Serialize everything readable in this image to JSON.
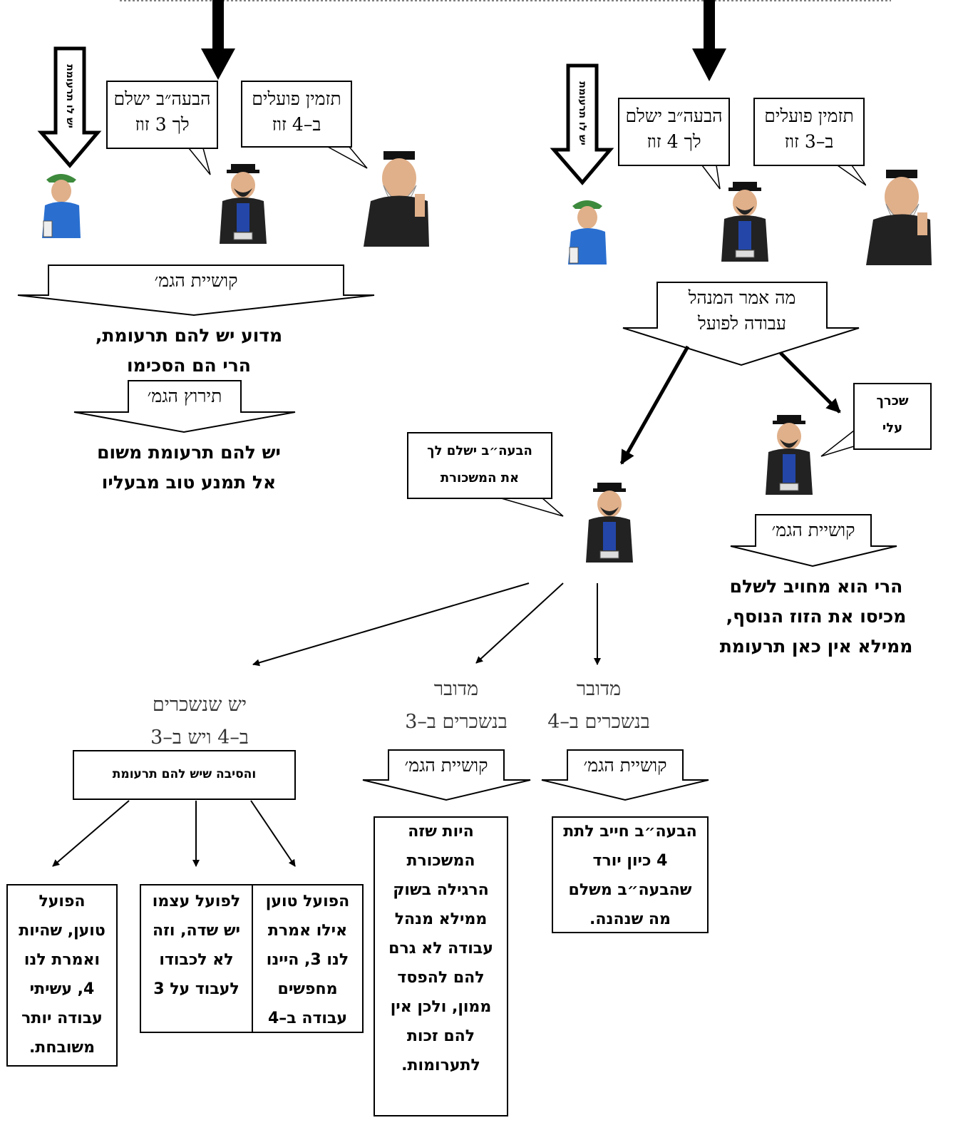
{
  "right_branch": {
    "employer_bubble": "תזמין פועלים\nב–3 זוז",
    "owner_bubble": "הבעה״ב ישלם\nלך 4 זוז",
    "worker_claim": "יש לו תרעומת",
    "manager_box": "מה אמר המנהל\nעבודה לפועל",
    "manager_reply": "שכרך\nעלי",
    "question_label": "קושיית הגמ׳",
    "question_text": "הרי הוא מחויב לשלם\nמכיסו את הזוז הנוסף,\nממילא אין כאן תרעומת",
    "owner_pays_bubble": "הבעה״ב ישלם לך\nאת המשכורת"
  },
  "left_branch": {
    "employer_bubble": "תזמין פועלים\nב–4 זוז",
    "owner_bubble": "הבעה״ב ישלם\nלך 3 זוז",
    "worker_claim": "יש לו תרעומת",
    "question_label": "קושיית הגמ׳",
    "question_text": "מדוע יש להם תרעומת,\nהרי הם הסכימו",
    "answer_label": "תירוץ הגמ׳",
    "answer_text": "יש להם תרעומת משום\nאל תמנע טוב מבעליו"
  },
  "cases": {
    "case_4": {
      "title": "מדובר\nבנשכרים ב–4",
      "question_label": "קושיית הגמ׳",
      "answer": "הבעה״ב חייב לתת\n4 כיון יורד\nשהבעה״ב משלם\nמה שנהנה."
    },
    "case_3": {
      "title": "מדובר\nבנשכרים ב–3",
      "question_label": "קושיית הגמ׳",
      "answer": "היות שזה\nהמשכורת\nהרגילה בשוק\nממילא מנהל\nעבודה לא גרם\nלהם להפסד\nממון, ולכן אין\nלהם זכות\nלתערומות."
    },
    "case_both": {
      "title": "יש שנשכרים\nב–4 ויש ב–3",
      "reason_label": "והסיבה שיש להם תרעומת",
      "reasons": [
        "הפועל טוען\nאילו אמרת\nלנו 3, היינו\nמחפשים\nעבודה ב–4",
        "לפועל עצמו\nיש שדה, וזה\nלא לכבודו\nלעבוד על 3",
        "הפועל\nטוען, שהיות\nואמרת לנו\n4, עשיתי\nעבודה יותר\nמשובחת."
      ]
    }
  },
  "colors": {
    "line": "#000000",
    "coat": "#222222",
    "vest": "#2346a8",
    "face": "#e0b08a",
    "worker_shirt": "#2a6fd0",
    "worker_hat": "#3d8a3d"
  }
}
